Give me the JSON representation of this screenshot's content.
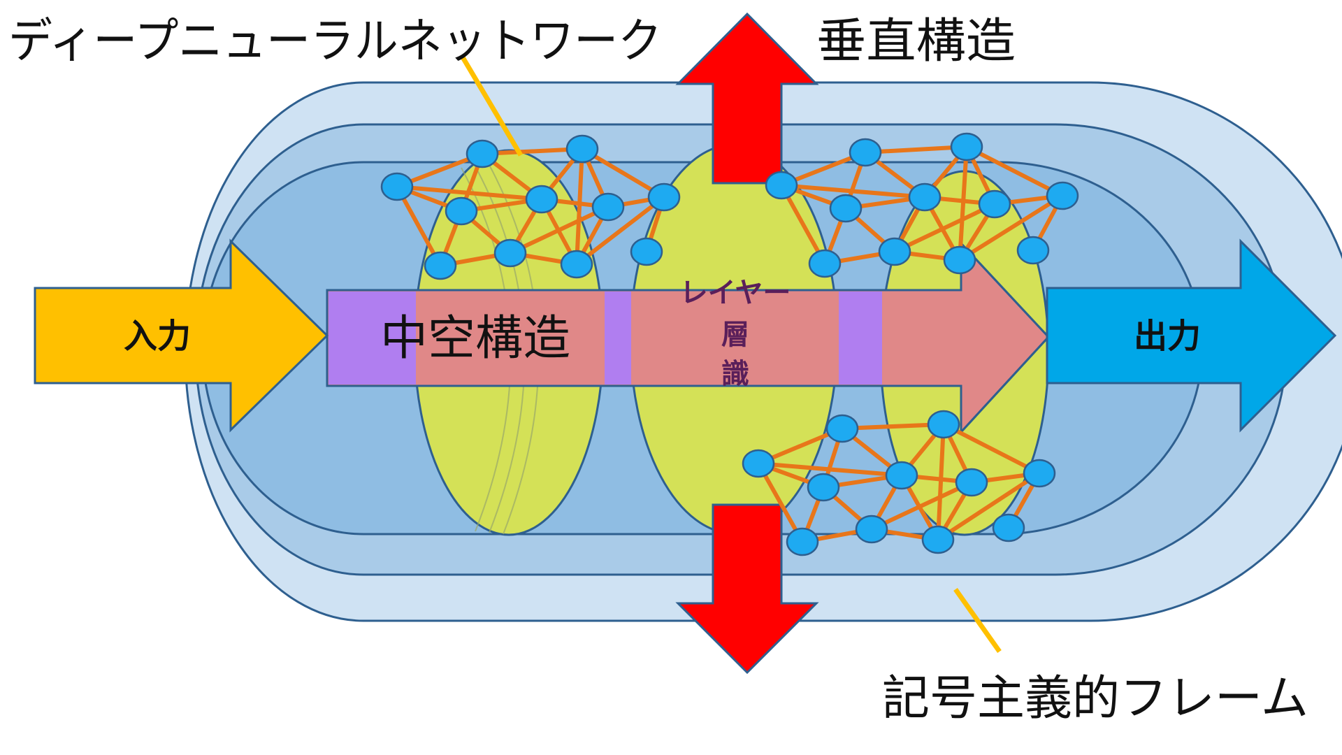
{
  "labels": {
    "dnn": "ディープニューラルネットワーク",
    "vertical": "垂直構造",
    "input": "入力",
    "output": "出力",
    "hollow": "中空構造",
    "layer": "レイヤー",
    "layer_char1": "層",
    "layer_char2": "識",
    "frame": "記号主義的フレーム"
  },
  "colors": {
    "outer_frame": "#cfe2f3",
    "mid_frame": "#a9cbe8",
    "inner_frame": "#8fbde3",
    "border": "#2e5f8f",
    "ellipse_fill": "#d4e157",
    "input_arrow": "#ffc000",
    "output_arrow": "#00a7e8",
    "main_arrow": "#e08888",
    "main_arrow_left": "#b07ef0",
    "vertical_arrow": "#ff0000",
    "node": "#1eaaf1",
    "edge": "#e8761a",
    "callout_line": "#ffc000",
    "layer_text": "#5a1f5a"
  },
  "icons": [
    "network-node-icon",
    "arrow-up-icon",
    "arrow-down-icon",
    "arrow-right-icon"
  ]
}
